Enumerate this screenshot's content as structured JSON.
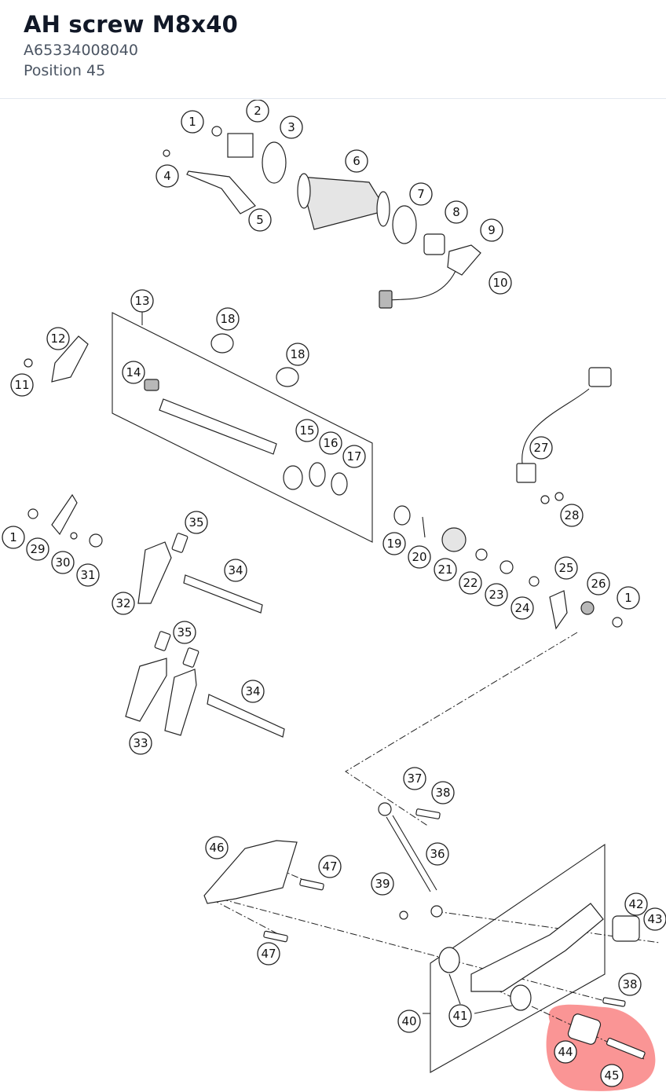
{
  "header": {
    "title": "AH screw M8x40",
    "part_number": "A65334008040",
    "position": "Position 45"
  },
  "highlight": {
    "position_number": "45",
    "color": "#f87171"
  },
  "callouts": [
    "1",
    "2",
    "3",
    "4",
    "5",
    "6",
    "7",
    "8",
    "9",
    "10",
    "11",
    "12",
    "13",
    "14",
    "18",
    "18",
    "15",
    "16",
    "17",
    "27",
    "28",
    "1",
    "29",
    "30",
    "31",
    "35",
    "32",
    "34",
    "19",
    "20",
    "21",
    "22",
    "23",
    "24",
    "25",
    "26",
    "1",
    "35",
    "34",
    "33",
    "37",
    "38",
    "36",
    "46",
    "47",
    "39",
    "47",
    "42",
    "43",
    "38",
    "40",
    "41",
    "44",
    "45"
  ]
}
